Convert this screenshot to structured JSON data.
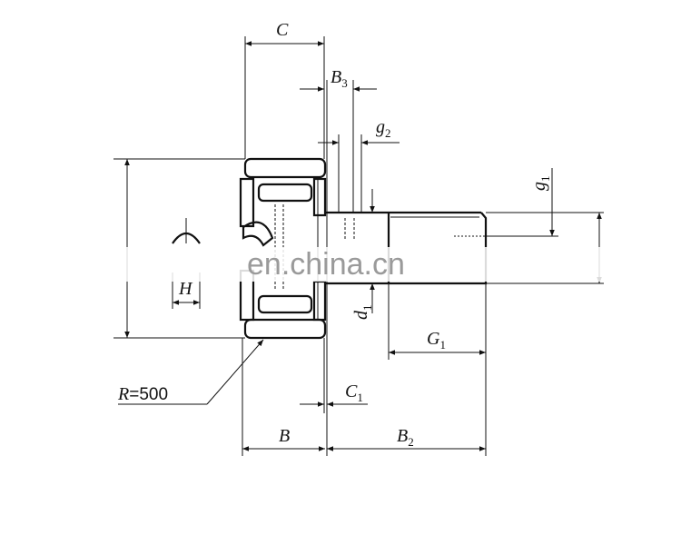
{
  "labels": {
    "C": {
      "main": "C"
    },
    "B3": {
      "main": "B",
      "sub": "3"
    },
    "g2": {
      "main": "g",
      "sub": "2"
    },
    "g1": {
      "main": "g",
      "sub": "1"
    },
    "H": {
      "main": "H"
    },
    "d1": {
      "main": "d",
      "sub": "1"
    },
    "G1": {
      "main": "G",
      "sub": "1"
    },
    "R": {
      "main": "R",
      "value": "=500"
    },
    "C1": {
      "main": "C",
      "sub": "1"
    },
    "B": {
      "main": "B"
    },
    "B2": {
      "main": "B",
      "sub": "2"
    }
  },
  "watermark": "en.china.cn"
}
